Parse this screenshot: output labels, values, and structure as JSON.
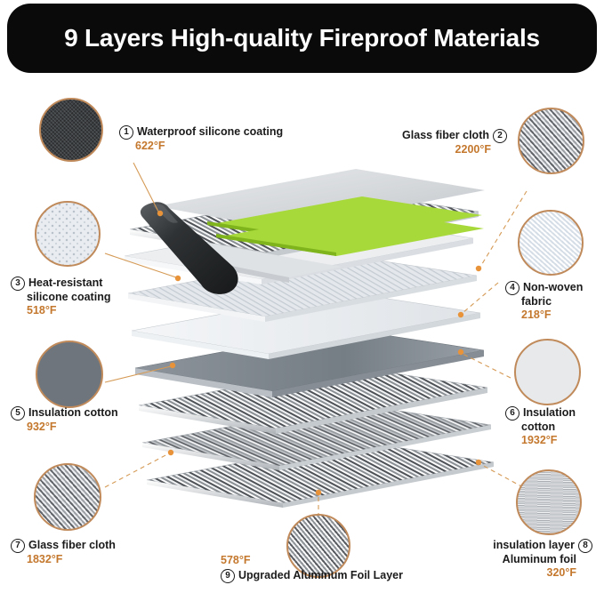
{
  "header": {
    "title": "9 Layers High-quality Fireproof Materials"
  },
  "colors": {
    "accent_orange": "#c4782e",
    "ring": "#c08a5a",
    "header_bg": "#0a0a0a",
    "text_dark": "#1b1b1b",
    "stripe_green": "#a8d93a",
    "background": "#ffffff"
  },
  "layers": [
    {
      "number": "1",
      "name": "Waterproof silicone coating",
      "name_line2": "",
      "temperature": "622°F",
      "align": "left",
      "swatch": "dark-mesh"
    },
    {
      "number": "2",
      "name": "Glass fiber cloth",
      "name_line2": "",
      "temperature": "2200°F",
      "align": "right",
      "swatch": "weave-grey"
    },
    {
      "number": "3",
      "name": "Heat-resistant",
      "name_line2": "silicone coating",
      "temperature": "518°F",
      "align": "left",
      "swatch": "dots-light"
    },
    {
      "number": "4",
      "name": "Non-woven",
      "name_line2": "fabric",
      "temperature": "218°F",
      "align": "left",
      "swatch": "nonwoven"
    },
    {
      "number": "5",
      "name": "Insulation cotton",
      "name_line2": "",
      "temperature": "932°F",
      "align": "left",
      "swatch": "solid-grey"
    },
    {
      "number": "6",
      "name": "Insulation",
      "name_line2": "cotton",
      "temperature": "1932°F",
      "align": "left",
      "swatch": "pale"
    },
    {
      "number": "7",
      "name": "Glass fiber cloth",
      "name_line2": "",
      "temperature": "1832°F",
      "align": "left",
      "swatch": "weave-grey"
    },
    {
      "number": "8",
      "name": "insulation layer",
      "name_line2": "Aluminum foil",
      "temperature": "320°F",
      "align": "right",
      "swatch": "foil-brushed"
    },
    {
      "number": "9",
      "name": "Upgraded Aluminum Foil Layer",
      "name_line2": "",
      "temperature": "578°F",
      "align": "center",
      "swatch": "foil-weave"
    }
  ]
}
